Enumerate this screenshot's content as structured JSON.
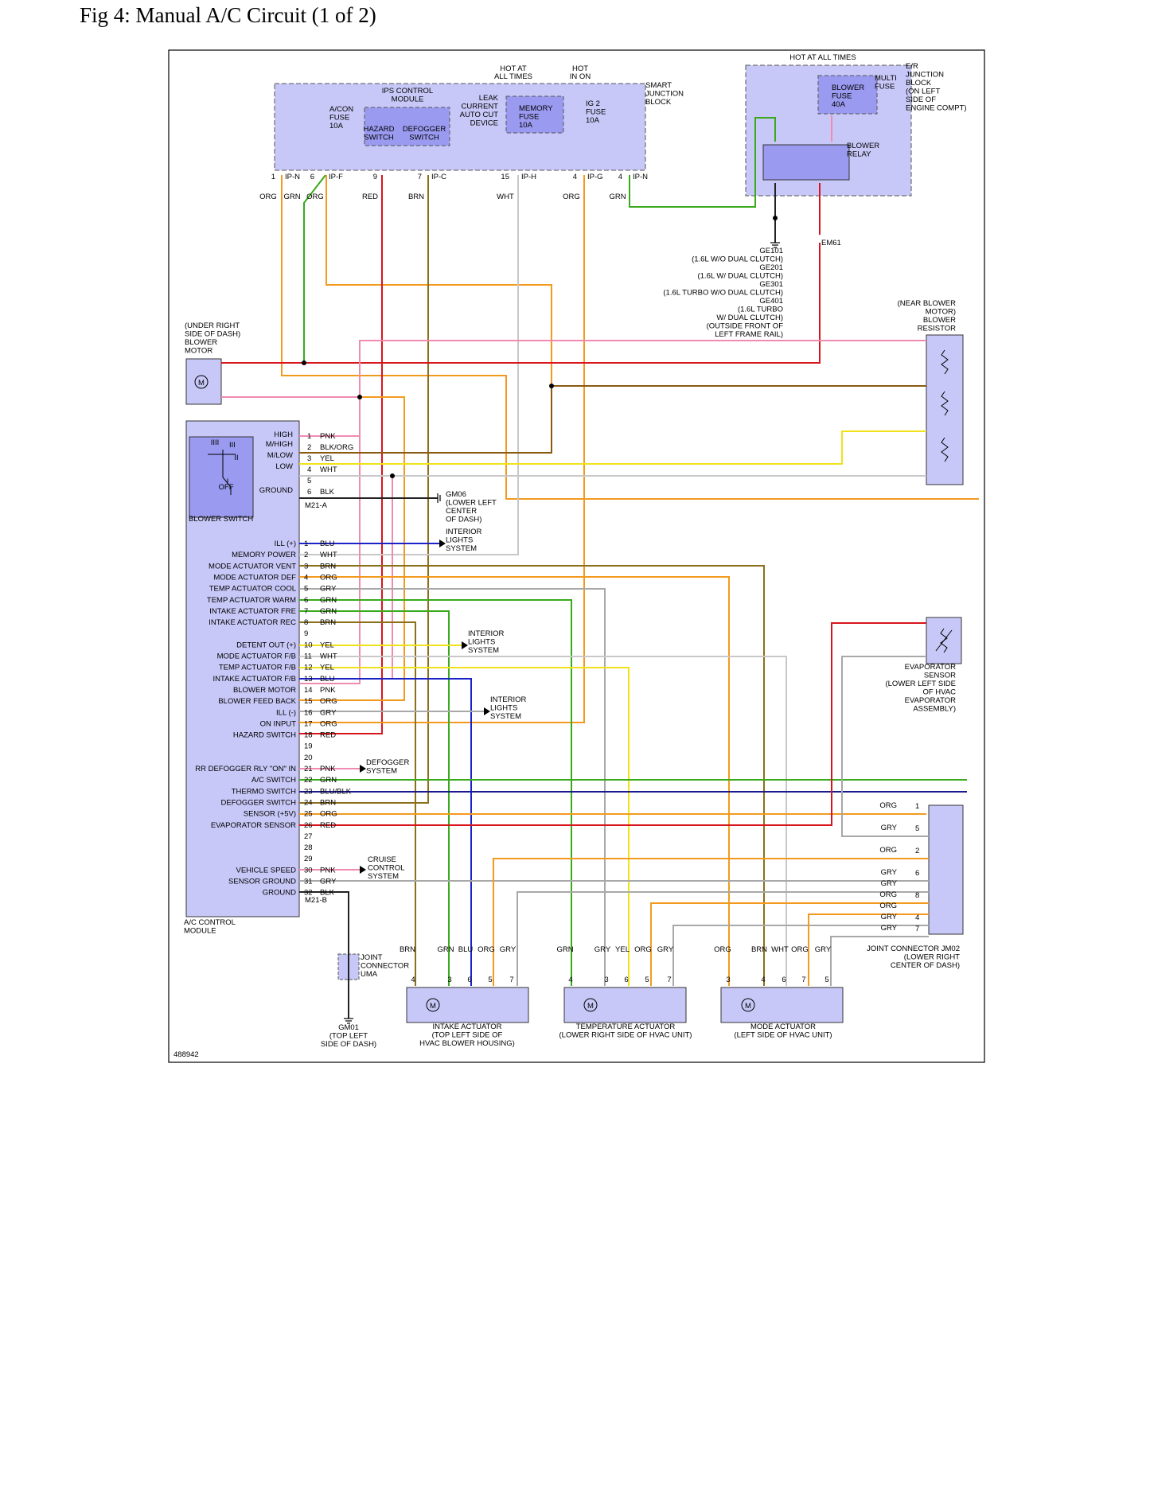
{
  "title": "Fig 4: Manual A/C Circuit (1 of 2)",
  "figure_id": "488942",
  "colors": {
    "box_fill": "#c8c8f8",
    "box_fill_dark": "#9a9af0",
    "ORG": "#f39a1e",
    "GRN": "#3aaa1c",
    "RED": "#d8141c",
    "BRN": "#8b6f1a",
    "WHT": "#c8c8c8",
    "PNK": "#f08ab0",
    "YEL": "#f0e21a",
    "BLU": "#1a22c8",
    "GRY": "#a8a8a8",
    "BLK": "#222222",
    "BLUBLK": "#1a1a8c",
    "BLKORG": "#8a5a10"
  },
  "labels": {
    "hot_at_all_times_a": "HOT AT",
    "hot_at_all_times_b": "ALL TIMES",
    "hot_in_on_a": "HOT",
    "hot_in_on_b": "IN ON",
    "hot_at_all_times_top": "HOT AT ALL TIMES",
    "sjb": [
      "SMART",
      "JUNCTION",
      "BLOCK"
    ],
    "ips": [
      "IPS CONTROL",
      "MODULE"
    ],
    "acon_fuse": [
      "A/CON",
      "FUSE",
      "10A"
    ],
    "hazard": [
      "HAZARD",
      "SWITCH"
    ],
    "defogger": [
      "DEFOGGER",
      "SWITCH"
    ],
    "leak": [
      "LEAK",
      "CURRENT",
      "AUTO CUT",
      "DEVICE"
    ],
    "memory_fuse": [
      "MEMORY",
      "FUSE",
      "10A"
    ],
    "ig2": [
      "IG 2",
      "FUSE",
      "10A"
    ],
    "er_junction": [
      "E/R",
      "JUNCTION",
      "BLOCK",
      "(ON LEFT",
      "SIDE OF",
      "ENGINE COMPT)"
    ],
    "multi_fuse": [
      "MULTI",
      "FUSE"
    ],
    "blower_fuse": [
      "BLOWER",
      "FUSE",
      "40A"
    ],
    "blower_relay": [
      "BLOWER",
      "RELAY"
    ],
    "ground_list": [
      "GE101",
      "(1.6L W/O DUAL CLUTCH)",
      "GE201",
      "(1.6L W/ DUAL CLUTCH)",
      "GE301",
      "(1.6L TURBO W/O DUAL CLUTCH)",
      "GE401",
      "(1.6L TURBO",
      "W/ DUAL CLUTCH)",
      "(OUTSIDE FRONT OF",
      "LEFT FRAME RAIL)"
    ],
    "em61": "EM61",
    "blower_motor": [
      "(UNDER RIGHT",
      "SIDE OF DASH)",
      "BLOWER",
      "MOTOR"
    ],
    "blower_resistor": [
      "(NEAR BLOWER",
      "MOTOR)",
      "BLOWER",
      "RESISTOR"
    ],
    "blower_switch": "BLOWER SWITCH",
    "switch_positions": [
      "HIGH",
      "M/HIGH",
      "M/LOW",
      "LOW",
      "GROUND"
    ],
    "switch_marks": [
      "IIII",
      "III",
      "II",
      "I",
      "OFF"
    ],
    "gm06": [
      "GM06",
      "(LOWER LEFT",
      "CENTER",
      "OF DASH)"
    ],
    "interior_lights": [
      "INTERIOR",
      "LIGHTS",
      "SYSTEM"
    ],
    "defogger_system": [
      "DEFOGGER",
      "SYSTEM"
    ],
    "cruise": [
      "CRUISE",
      "CONTROL",
      "SYSTEM"
    ],
    "ac_module": [
      "A/C CONTROL",
      "MODULE"
    ],
    "m21a": "M21-A",
    "m21b": "M21-B",
    "evap_sensor": [
      "EVAPORATOR",
      "SENSOR",
      "(LOWER LEFT SIDE",
      "OF HVAC",
      "EVAPORATOR",
      "ASSEMBLY)"
    ],
    "jm02": [
      "JOINT CONNECTOR JM02",
      "(LOWER RIGHT",
      "CENTER OF DASH)"
    ],
    "uma": [
      "JOINT",
      "CONNECTOR",
      "UMA"
    ],
    "gm01": [
      "GM01",
      "(TOP LEFT",
      "SIDE OF DASH)"
    ],
    "intake_act": [
      "INTAKE ACTUATOR",
      "(TOP LEFT SIDE OF",
      "HVAC BLOWER HOUSING)"
    ],
    "temp_act": [
      "TEMPERATURE ACTUATOR",
      "(LOWER RIGHT SIDE OF HVAC UNIT)"
    ],
    "mode_act": [
      "MODE ACTUATOR",
      "(LEFT SIDE OF HVAC UNIT)"
    ]
  },
  "connectors_top": [
    {
      "pin": "1",
      "conn": "IP-N"
    },
    {
      "pin": "6",
      "conn": "IP-F"
    },
    {
      "pin": "9",
      "conn": ""
    },
    {
      "pin": "7",
      "conn": "IP-C"
    },
    {
      "pin": "15",
      "conn": "IP-H"
    },
    {
      "pin": "4",
      "conn": "IP-G"
    },
    {
      "pin": "4",
      "conn": "IP-N"
    }
  ],
  "top_wire_colors": [
    "ORG",
    "GRN",
    "ORG",
    "RED",
    "BRN",
    "WHT",
    "ORG",
    "GRN"
  ],
  "module_a_pins": [
    {
      "pin": "1",
      "color": "PNK"
    },
    {
      "pin": "2",
      "color": "BLK/ORG"
    },
    {
      "pin": "3",
      "color": "YEL"
    },
    {
      "pin": "4",
      "color": "WHT"
    },
    {
      "pin": "5",
      "color": ""
    },
    {
      "pin": "6",
      "color": "BLK"
    }
  ],
  "module_b_pins": [
    {
      "pin": "1",
      "color": "BLU",
      "label": "ILL (+)"
    },
    {
      "pin": "2",
      "color": "WHT",
      "label": "MEMORY POWER"
    },
    {
      "pin": "3",
      "color": "BRN",
      "label": "MODE ACTUATOR VENT"
    },
    {
      "pin": "4",
      "color": "ORG",
      "label": "MODE ACTUATOR DEF"
    },
    {
      "pin": "5",
      "color": "GRY",
      "label": "TEMP ACTUATOR COOL"
    },
    {
      "pin": "6",
      "color": "GRN",
      "label": "TEMP ACTUATOR WARM"
    },
    {
      "pin": "7",
      "color": "GRN",
      "label": "INTAKE ACTUATOR FRE"
    },
    {
      "pin": "8",
      "color": "BRN",
      "label": "INTAKE ACTUATOR REC"
    },
    {
      "pin": "9",
      "color": "",
      "label": ""
    },
    {
      "pin": "10",
      "color": "YEL",
      "label": "DETENT OUT (+)"
    },
    {
      "pin": "11",
      "color": "WHT",
      "label": "MODE ACTUATOR F/B"
    },
    {
      "pin": "12",
      "color": "YEL",
      "label": "TEMP ACTUATOR F/B"
    },
    {
      "pin": "13",
      "color": "BLU",
      "label": "INTAKE ACTUATOR F/B"
    },
    {
      "pin": "14",
      "color": "PNK",
      "label": "BLOWER MOTOR"
    },
    {
      "pin": "15",
      "color": "ORG",
      "label": "BLOWER FEED BACK"
    },
    {
      "pin": "16",
      "color": "GRY",
      "label": "ILL (-)"
    },
    {
      "pin": "17",
      "color": "ORG",
      "label": "ON INPUT"
    },
    {
      "pin": "18",
      "color": "RED",
      "label": "HAZARD SWITCH"
    },
    {
      "pin": "19",
      "color": "",
      "label": ""
    },
    {
      "pin": "20",
      "color": "",
      "label": ""
    },
    {
      "pin": "21",
      "color": "PNK",
      "label": "RR DEFOGGER RLY \"ON\" IN"
    },
    {
      "pin": "22",
      "color": "GRN",
      "label": "A/C SWITCH"
    },
    {
      "pin": "23",
      "color": "BLU/BLK",
      "label": "THERMO SWITCH"
    },
    {
      "pin": "24",
      "color": "BRN",
      "label": "DEFOGGER SWITCH"
    },
    {
      "pin": "25",
      "color": "ORG",
      "label": "SENSOR (+5V)"
    },
    {
      "pin": "26",
      "color": "RED",
      "label": "EVAPORATOR SENSOR"
    },
    {
      "pin": "27",
      "color": "",
      "label": ""
    },
    {
      "pin": "28",
      "color": "",
      "label": ""
    },
    {
      "pin": "29",
      "color": "",
      "label": ""
    },
    {
      "pin": "30",
      "color": "PNK",
      "label": "VEHICLE SPEED"
    },
    {
      "pin": "31",
      "color": "GRY",
      "label": "SENSOR GROUND"
    },
    {
      "pin": "32",
      "color": "BLK",
      "label": "GROUND"
    }
  ],
  "actuators": [
    {
      "pins": [
        "4",
        "3",
        "6",
        "5",
        "7"
      ],
      "colors": [
        "BRN",
        "GRN",
        "BLU",
        "ORG",
        "GRY"
      ]
    },
    {
      "pins": [
        "4",
        "3",
        "6",
        "5",
        "7"
      ],
      "colors": [
        "GRN",
        "GRY",
        "YEL",
        "ORG",
        "GRY"
      ]
    },
    {
      "pins": [
        "3",
        "4",
        "6",
        "7",
        "5"
      ],
      "colors": [
        "ORG",
        "BRN",
        "WHT",
        "ORG",
        "GRY"
      ]
    }
  ],
  "jm02_pins": [
    {
      "pin": "1",
      "color": "ORG"
    },
    {
      "pin": "5",
      "color": "GRY"
    },
    {
      "pin": "2",
      "color": "ORG"
    },
    {
      "pin": "6",
      "color": "GRY"
    },
    {
      "pin": "",
      "color": "GRY"
    },
    {
      "pin": "8",
      "color": "ORG"
    },
    {
      "pin": "",
      "color": "ORG"
    },
    {
      "pin": "4",
      "color": "GRY"
    },
    {
      "pin": "7",
      "color": "GRY"
    }
  ]
}
